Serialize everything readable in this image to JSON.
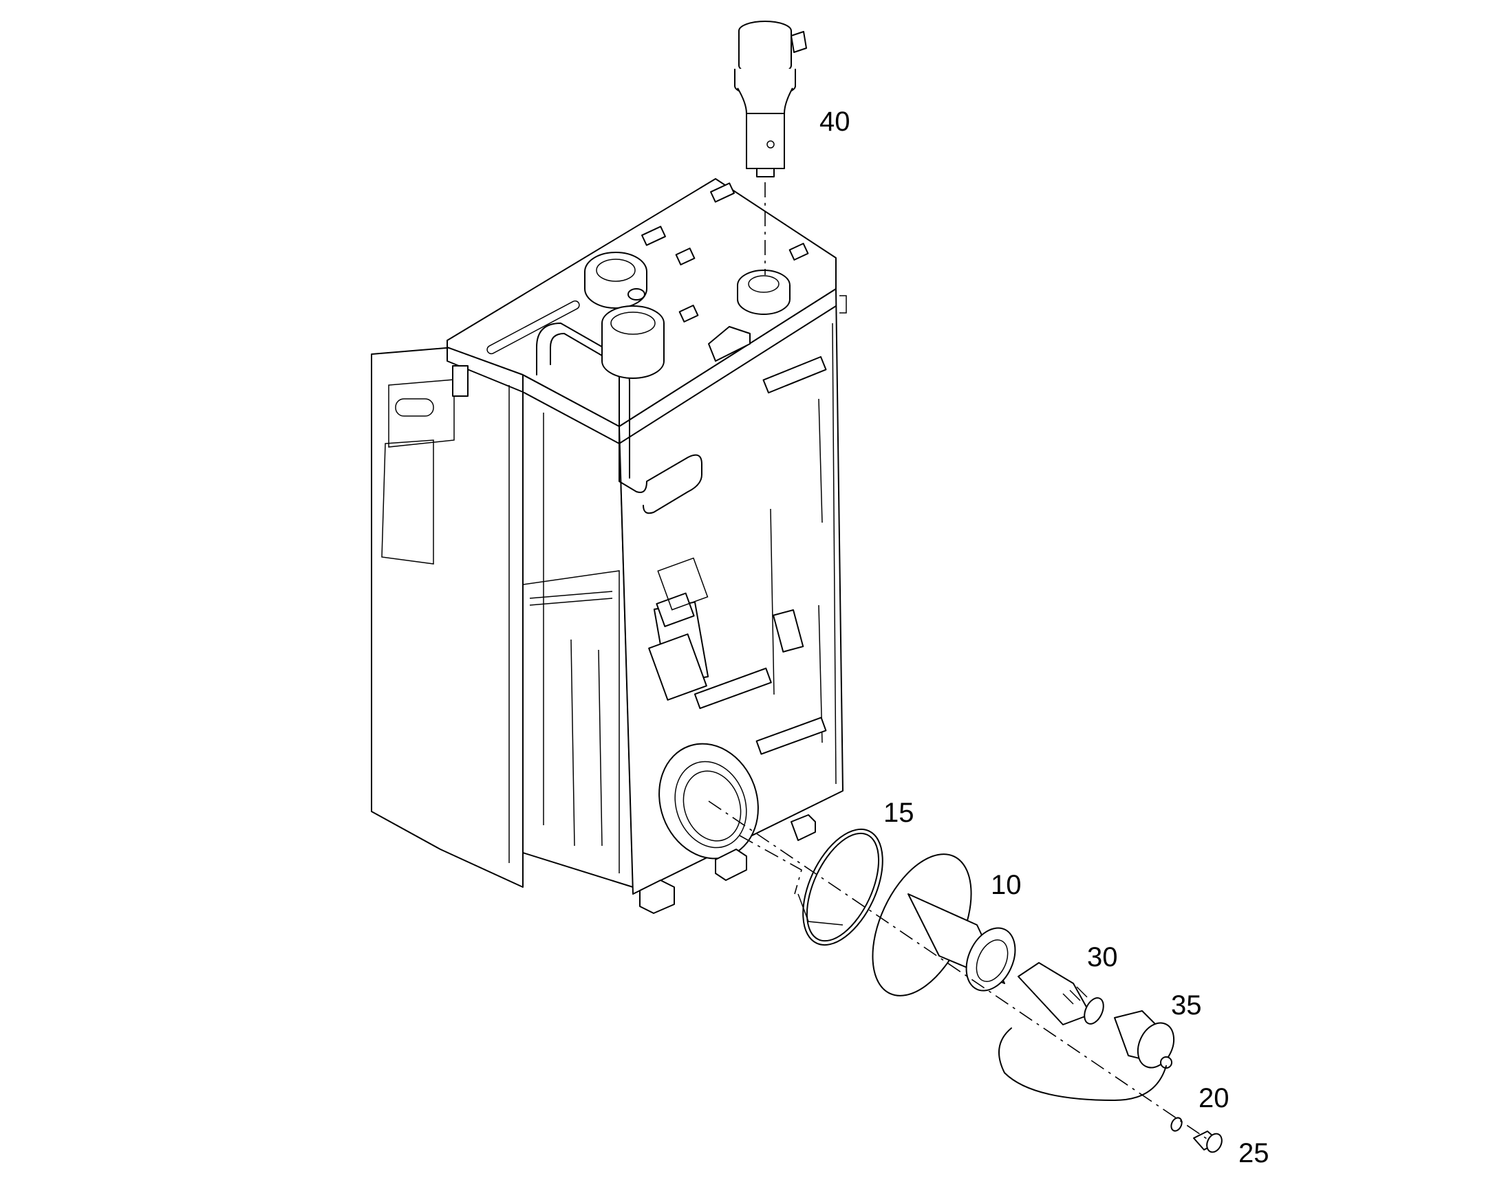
{
  "diagram": {
    "callouts": [
      {
        "id": "40",
        "label": "40"
      },
      {
        "id": "15",
        "label": "15"
      },
      {
        "id": "10",
        "label": "10"
      },
      {
        "id": "30",
        "label": "30"
      },
      {
        "id": "35",
        "label": "35"
      },
      {
        "id": "20",
        "label": "20"
      },
      {
        "id": "25",
        "label": "25"
      }
    ]
  }
}
